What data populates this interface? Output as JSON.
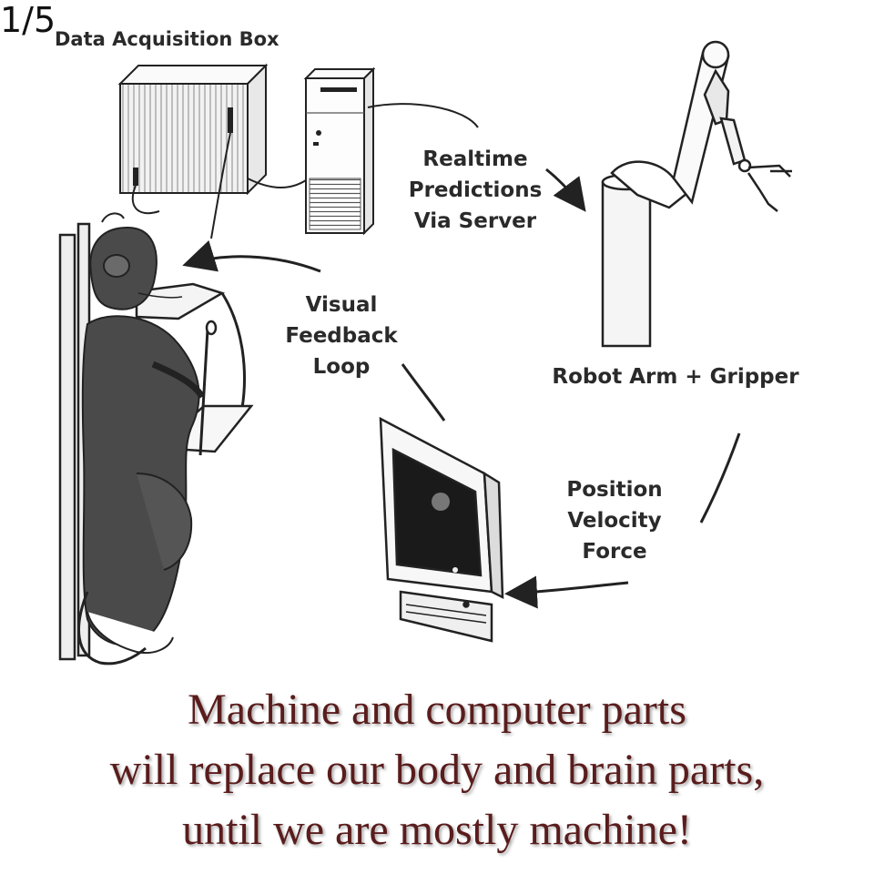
{
  "page_indicator": "1/5",
  "labels": {
    "data_acquisition_box": "Data Acquisition Box",
    "realtime_predictions": [
      "Realtime",
      "Predictions",
      "Via Server"
    ],
    "visual_feedback": [
      "Visual",
      "Feedback",
      "Loop"
    ],
    "robot_arm": "Robot Arm + Gripper",
    "position_velocity_force": [
      "Position",
      "Velocity",
      "Force"
    ]
  },
  "caption": [
    "Machine and computer parts",
    "will replace our body and brain parts,",
    "until we are mostly machine!"
  ],
  "colors": {
    "caption": "#5a1c1c",
    "label_text": "#2a2a2a",
    "line_art": "#222222",
    "monkey_fur": "#4a4a4a"
  }
}
